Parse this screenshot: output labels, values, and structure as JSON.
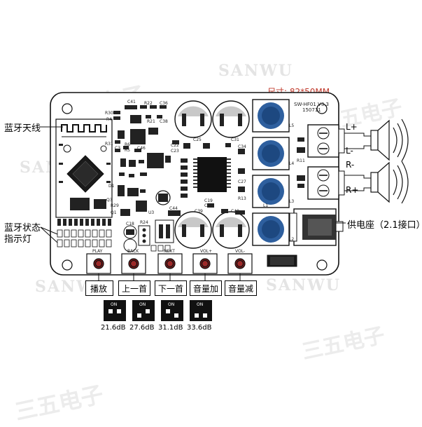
{
  "watermarks": {
    "latin_top": "SANWU",
    "latin_left": "SANWU",
    "latin_bottom_left": "SANWU",
    "latin_bottom_right": "SANWU",
    "cn": "三五电子"
  },
  "board": {
    "size_label": "尺寸: 82*50MM",
    "version_line1": "SW-HF01 V3.3",
    "version_line2": "150711"
  },
  "callouts": {
    "bt_antenna": "蓝牙天线",
    "bt_status_line1": "蓝牙状态",
    "bt_status_line2": "指示灯",
    "power_jack": "供电座（2.1接口）"
  },
  "terminals": {
    "l_plus": "L+",
    "l_minus": "L-",
    "r_minus": "R-",
    "r_plus": "R+"
  },
  "buttons": [
    {
      "silk": "PLAY",
      "label": "播放"
    },
    {
      "silk": "BACK",
      "label": "上一首"
    },
    {
      "silk": "NEXT",
      "label": "下一首"
    },
    {
      "silk": "VOL+",
      "label": "音量加"
    },
    {
      "silk": "VOL-",
      "label": "音量减"
    }
  ],
  "gain_switches": [
    {
      "on_text": "ON",
      "value": "21.6dB"
    },
    {
      "on_text": "ON",
      "value": "27.6dB"
    },
    {
      "on_text": "ON",
      "value": "31.1dB"
    },
    {
      "on_text": "ON",
      "value": "33.6dB"
    }
  ],
  "silk": {
    "c41": "C41",
    "r22": "R22",
    "c36": "C36",
    "r30": "R30",
    "r4": "R4",
    "r21": "R21",
    "c38": "C38",
    "r31": "R31",
    "c46": "C46",
    "c3": "C3",
    "r6": "R6",
    "r5": "R5",
    "d1": "D1",
    "r29": "R29",
    "q3": "Q3",
    "q1": "Q1",
    "u3": "U3",
    "c18": "C18",
    "r24": "R24",
    "c44": "C44",
    "c39": "C39",
    "c40": "C40",
    "c19": "C19",
    "c20": "C20",
    "c31": "C31",
    "c25": "C25",
    "c22": "C22",
    "c23": "C23",
    "c34": "C34",
    "c27": "C27",
    "r13": "R13",
    "r11": "R11",
    "l1": "L1",
    "l2": "L2",
    "l3": "L3",
    "l4": "L4",
    "l5": "L5"
  }
}
